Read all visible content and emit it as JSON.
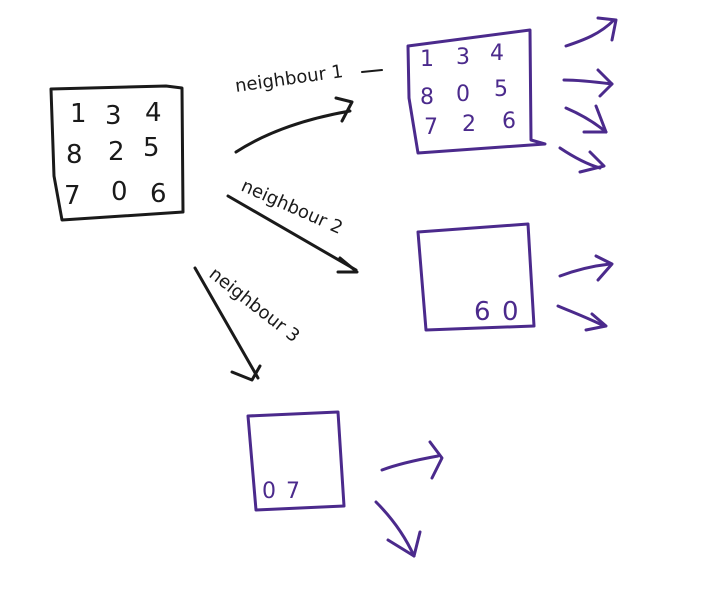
{
  "colors": {
    "ink_black": "#1a1a1a",
    "ink_purple": "#4b2a8c"
  },
  "diagram": {
    "start_grid": {
      "rows": [
        [
          "1",
          "3",
          "4"
        ],
        [
          "8",
          "2",
          "5"
        ],
        [
          "7",
          "0",
          "6"
        ]
      ]
    },
    "neighbours": [
      {
        "label": "neighbour 1",
        "rows": [
          [
            "1",
            "3",
            "4"
          ],
          [
            "8",
            "0",
            "5"
          ],
          [
            "7",
            "2",
            "6"
          ]
        ]
      },
      {
        "label": "neighbour 2",
        "visible_cells": [
          "6",
          "0"
        ]
      },
      {
        "label": "neighbour 3",
        "visible_cells": [
          "0",
          "7"
        ]
      }
    ]
  }
}
